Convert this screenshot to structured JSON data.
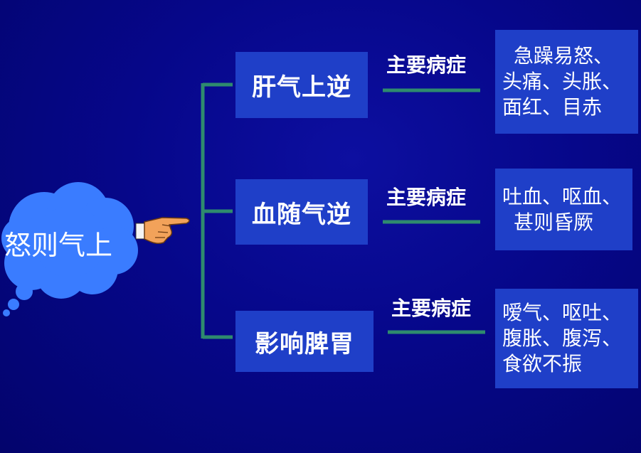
{
  "root": {
    "label": "怒则气上"
  },
  "colors": {
    "background": "#06078a",
    "box": "#1f3fc8",
    "cloud": "#3a7cff",
    "connector": "#2e8b6e"
  },
  "icons": {
    "pointer": "pointing-hand-icon",
    "cloud": "thought-cloud-icon"
  },
  "branches": [
    {
      "title": "肝气上逆",
      "connector_label": "主要病症",
      "symptoms": [
        "急躁易怒、",
        "头痛、头胀、",
        "面红、目赤"
      ]
    },
    {
      "title": "血随气逆",
      "connector_label": "主要病症",
      "symptoms": [
        "吐血、呕血、",
        "甚则昏厥"
      ]
    },
    {
      "title": "影响脾胃",
      "connector_label": "主要病症",
      "symptoms": [
        "嗳气、呕吐、",
        "腹胀、腹泻、",
        "食欲不振"
      ]
    }
  ]
}
